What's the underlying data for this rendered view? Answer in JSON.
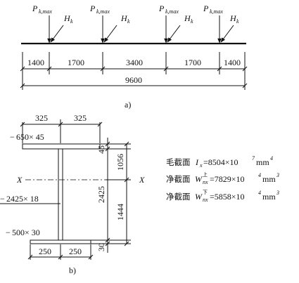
{
  "figure_a": {
    "label": "a)",
    "loads": [
      {
        "p_main": "P",
        "p_sub": "k,max",
        "h_main": "H",
        "h_sub": "k"
      },
      {
        "p_main": "P",
        "p_sub": "k,max",
        "h_main": "H",
        "h_sub": "k"
      },
      {
        "p_main": "P",
        "p_sub": "k,max",
        "h_main": "H",
        "h_sub": "k"
      },
      {
        "p_main": "P",
        "p_sub": "k,max",
        "h_main": "H",
        "h_sub": "k"
      }
    ],
    "spacings": [
      "1400",
      "1700",
      "3400",
      "1700",
      "1400"
    ],
    "total": "9600"
  },
  "figure_b": {
    "label": "b)",
    "top_half_widths": [
      "325",
      "325"
    ],
    "bottom_half_widths": [
      "250",
      "250"
    ],
    "top_flange": "650× 45",
    "top_flange_dash": "−",
    "web": "2425× 18",
    "web_dash": "−",
    "bottom_flange": "500× 30",
    "bottom_flange_dash": "−",
    "axis_label_left": "X",
    "axis_label_right": "X",
    "dim_top_flange": "45",
    "dim_upper": "1056",
    "dim_web": "2425",
    "dim_lower": "1444",
    "dim_bottom_flange": "30"
  },
  "properties": [
    {
      "label": "毛截面",
      "sym": "I",
      "sub": "x",
      "sup": "",
      "value": "=8504×10",
      "exp": "7",
      "unit": "mm",
      "unit_exp": "4"
    },
    {
      "label": "净截面",
      "sym": "W",
      "sub": "nx",
      "sup": "上",
      "value": "=7829×10",
      "exp": "4",
      "unit": "mm",
      "unit_exp": "3"
    },
    {
      "label": "净截面",
      "sym": "W",
      "sub": "nx",
      "sup": "下",
      "value": "=5858×10",
      "exp": "4",
      "unit": "mm",
      "unit_exp": "3"
    }
  ]
}
